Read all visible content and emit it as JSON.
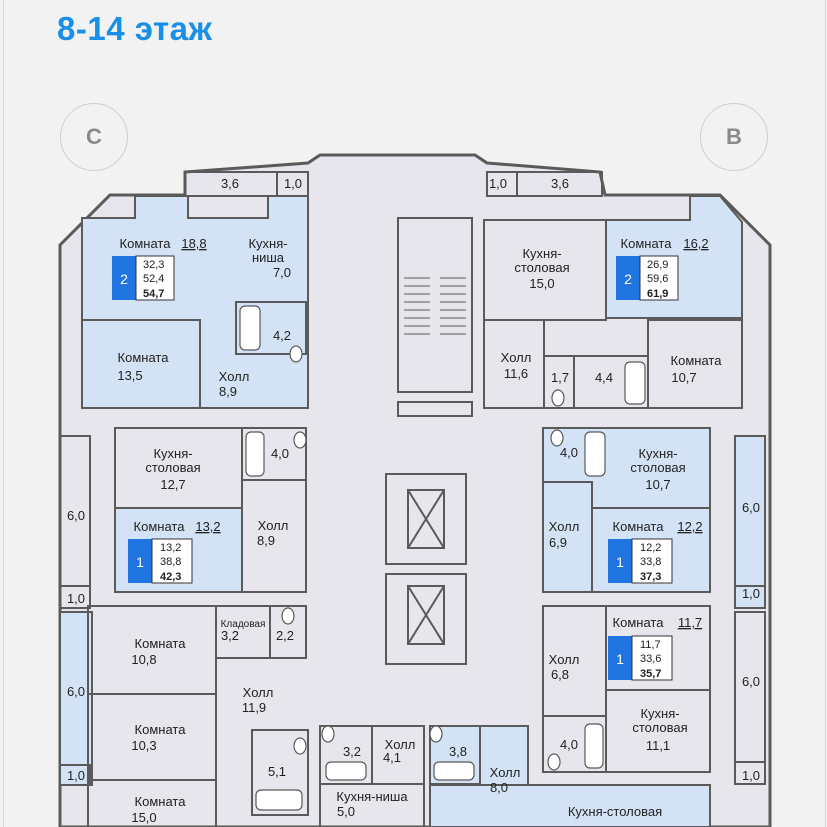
{
  "header": {
    "title": "8-14 этаж"
  },
  "compass": {
    "left": "С",
    "right": "В"
  },
  "colors": {
    "accent": "#1a8fe8",
    "apartment": "#d3e3f5",
    "common": "#e6e6ec",
    "badge": "#1f74e0",
    "wall": "#5a5a5a"
  },
  "units": [
    {
      "rooms": "2",
      "l1": "32,3",
      "l2": "52,4",
      "l3": "54,7"
    },
    {
      "rooms": "2",
      "l1": "26,9",
      "l2": "59,6",
      "l3": "61,9"
    },
    {
      "rooms": "1",
      "l1": "13,2",
      "l2": "38,8",
      "l3": "42,3"
    },
    {
      "rooms": "1",
      "l1": "12,2",
      "l2": "33,8",
      "l3": "37,3"
    },
    {
      "rooms": "1",
      "l1": "11,7",
      "l2": "33,6",
      "l3": "35,7"
    }
  ],
  "labels": {
    "t01": "3,6",
    "t02": "1,0",
    "t03": "1,0",
    "t04": "3,6",
    "t05a": "Комната",
    "t05b": "18,8",
    "t06a": "Кухня-",
    "t06b": "ниша",
    "t06c": "7,0",
    "t07": "4,2",
    "t08a": "Комната",
    "t08b": "13,5",
    "t09a": "Холл",
    "t09b": "8,9",
    "t10a": "Кухня-",
    "t10b": "столовая",
    "t10c": "15,0",
    "t11a": "Комната",
    "t11b": "16,2",
    "t12a": "Холл",
    "t12b": "11,6",
    "t13": "1,7",
    "t14": "4,4",
    "t15a": "Комната",
    "t15b": "10,7",
    "t16a": "Кухня-",
    "t16b": "столовая",
    "t16c": "12,7",
    "t17": "4,0",
    "t18": "6,0",
    "t19a": "Комната",
    "t19b": "13,2",
    "t20a": "Холл",
    "t20b": "8,9",
    "t21": "1,0",
    "t22": "4,0",
    "t23a": "Кухня-",
    "t23b": "столовая",
    "t23c": "10,7",
    "t24a": "Холл",
    "t24b": "6,9",
    "t25a": "Комната",
    "t25b": "12,2",
    "t26": "6,0",
    "t27": "1,0",
    "t28a": "Комната",
    "t28b": "10,8",
    "t29a": "Кладовая",
    "t29b": "3,2",
    "t30": "2,2",
    "t31a": "Холл",
    "t31b": "11,9",
    "t32": "6,0",
    "t33a": "Комната",
    "t33b": "10,3",
    "t34": "1,0",
    "t35": "5,1",
    "t36a": "Комната",
    "t36b": "15,0",
    "t37": "3,2",
    "t38a": "Холл",
    "t38b": "4,1",
    "t39": "3,8",
    "t40a": "Холл",
    "t40b": "8,0",
    "t41a": "Кухня-ниша",
    "t41b": "5,0",
    "t42": "Кухня-столовая",
    "t43a": "Комната",
    "t43b": "11,7",
    "t44a": "Холл",
    "t44b": "6,8",
    "t45": "6,0",
    "t46a": "Кухня-",
    "t46b": "столовая",
    "t46c": "11,1",
    "t47": "4,0",
    "t48": "1,0"
  }
}
